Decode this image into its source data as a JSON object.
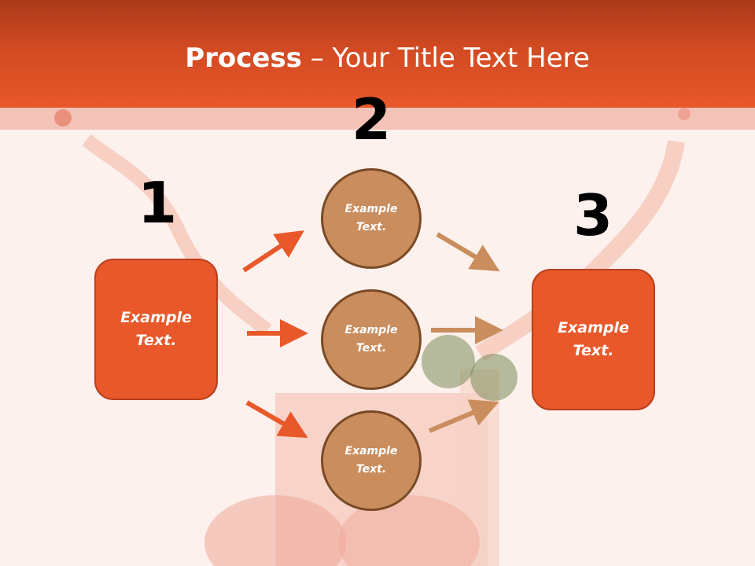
{
  "title": {
    "bold": "Process",
    "rest": " – Your Title Text Here"
  },
  "steps": {
    "one": "1",
    "two": "2",
    "three": "3"
  },
  "box_left": {
    "line1": "Example",
    "line2": "Text."
  },
  "box_right": {
    "line1": "Example",
    "line2": "Text."
  },
  "circles": [
    {
      "line1": "Example",
      "line2": "Text."
    },
    {
      "line1": "Example",
      "line2": "Text."
    },
    {
      "line1": "Example",
      "line2": "Text."
    }
  ],
  "colors": {
    "header": "#e8582a",
    "box": "#e8582a",
    "circle": "#c98d5e",
    "arrow_left": "#e8582a",
    "arrow_right": "#c98d5e"
  }
}
